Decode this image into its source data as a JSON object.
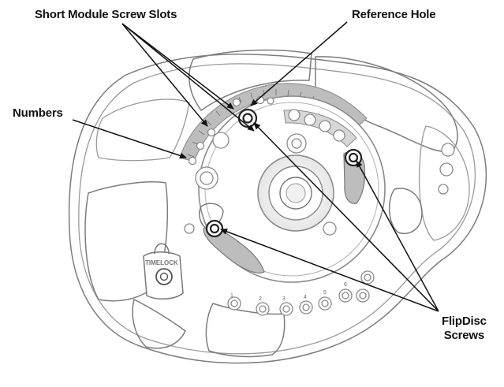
{
  "diagram": {
    "labels": {
      "short_module_screw_slots": "Short Module Screw Slots",
      "reference_hole": "Reference Hole",
      "numbers": "Numbers",
      "flipdisc_screws_line1": "FlipDisc",
      "flipdisc_screws_line2": "Screws"
    },
    "logo_text": "TIMELOCK",
    "scale_numbers": [
      "1",
      "2",
      "3",
      "4",
      "5",
      "6"
    ],
    "colors": {
      "label_text": "#111111",
      "arrow": "#111111",
      "outline": "#9a9a9a",
      "shade": "#b5b5b5"
    }
  }
}
